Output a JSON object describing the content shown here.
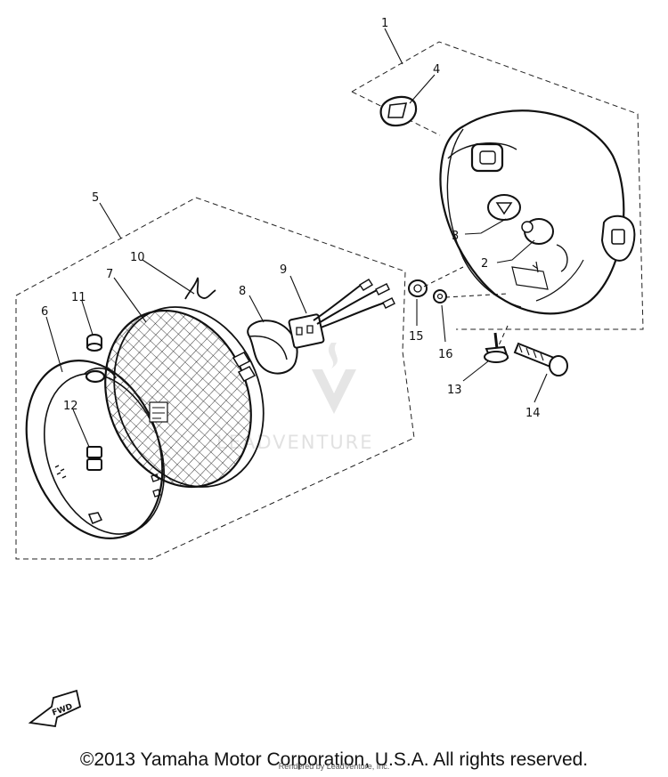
{
  "callouts": [
    "1",
    "2",
    "3",
    "4",
    "5",
    "6",
    "7",
    "8",
    "9",
    "10",
    "11",
    "12",
    "13",
    "14",
    "15",
    "16"
  ],
  "fwd_label": "FWD",
  "watermark_text": "LEADVENTURE",
  "copyright": "©2013 Yamaha Motor Corporation, U.S.A. All rights reserved.",
  "rendered_by": "Rendered by LeadVenture, Inc."
}
